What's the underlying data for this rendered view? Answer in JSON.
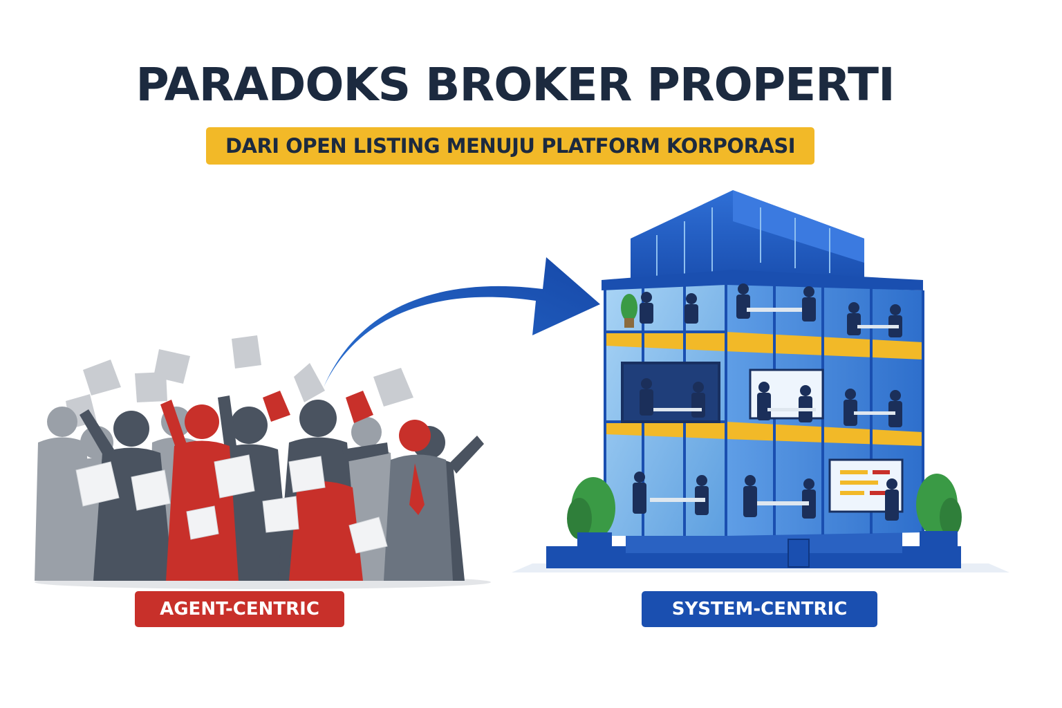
{
  "title": "PARADOKS BROKER PROPERTI",
  "subtitle": "DARI OPEN LISTING MENUJU PLATFORM KORPORASI",
  "labels": {
    "left": "AGENT-CENTRIC",
    "right": "SYSTEM-CENTRIC"
  },
  "colors": {
    "title": "#1c2a3f",
    "subtitle_bg": "#f2b928",
    "agent_red": "#c8302a",
    "system_blue": "#1a4fb0",
    "arrow_blue": "#1a5fc4",
    "crowd_gray": "#5b6470",
    "floor_yellow": "#f2b928"
  }
}
